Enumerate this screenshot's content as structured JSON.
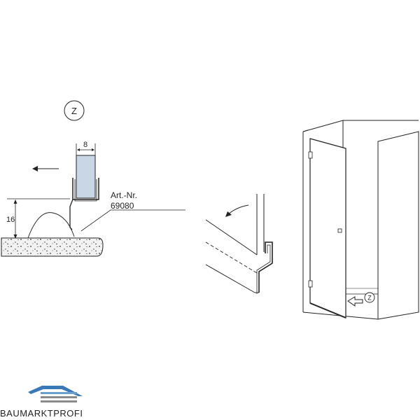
{
  "detail_marker": "Z",
  "dimension_width": "8",
  "dimension_height": "16",
  "article_label": "Art.-Nr.",
  "article_number": "69080",
  "shower_marker": "Z",
  "brand": {
    "name": "BAUMARKTPROFI",
    "logo": "roof-logo-icon"
  },
  "colors": {
    "glass": "#c9d6e6",
    "line": "#222222",
    "stone": "#f2f2f2",
    "logo_blue": "#3a78b8"
  }
}
